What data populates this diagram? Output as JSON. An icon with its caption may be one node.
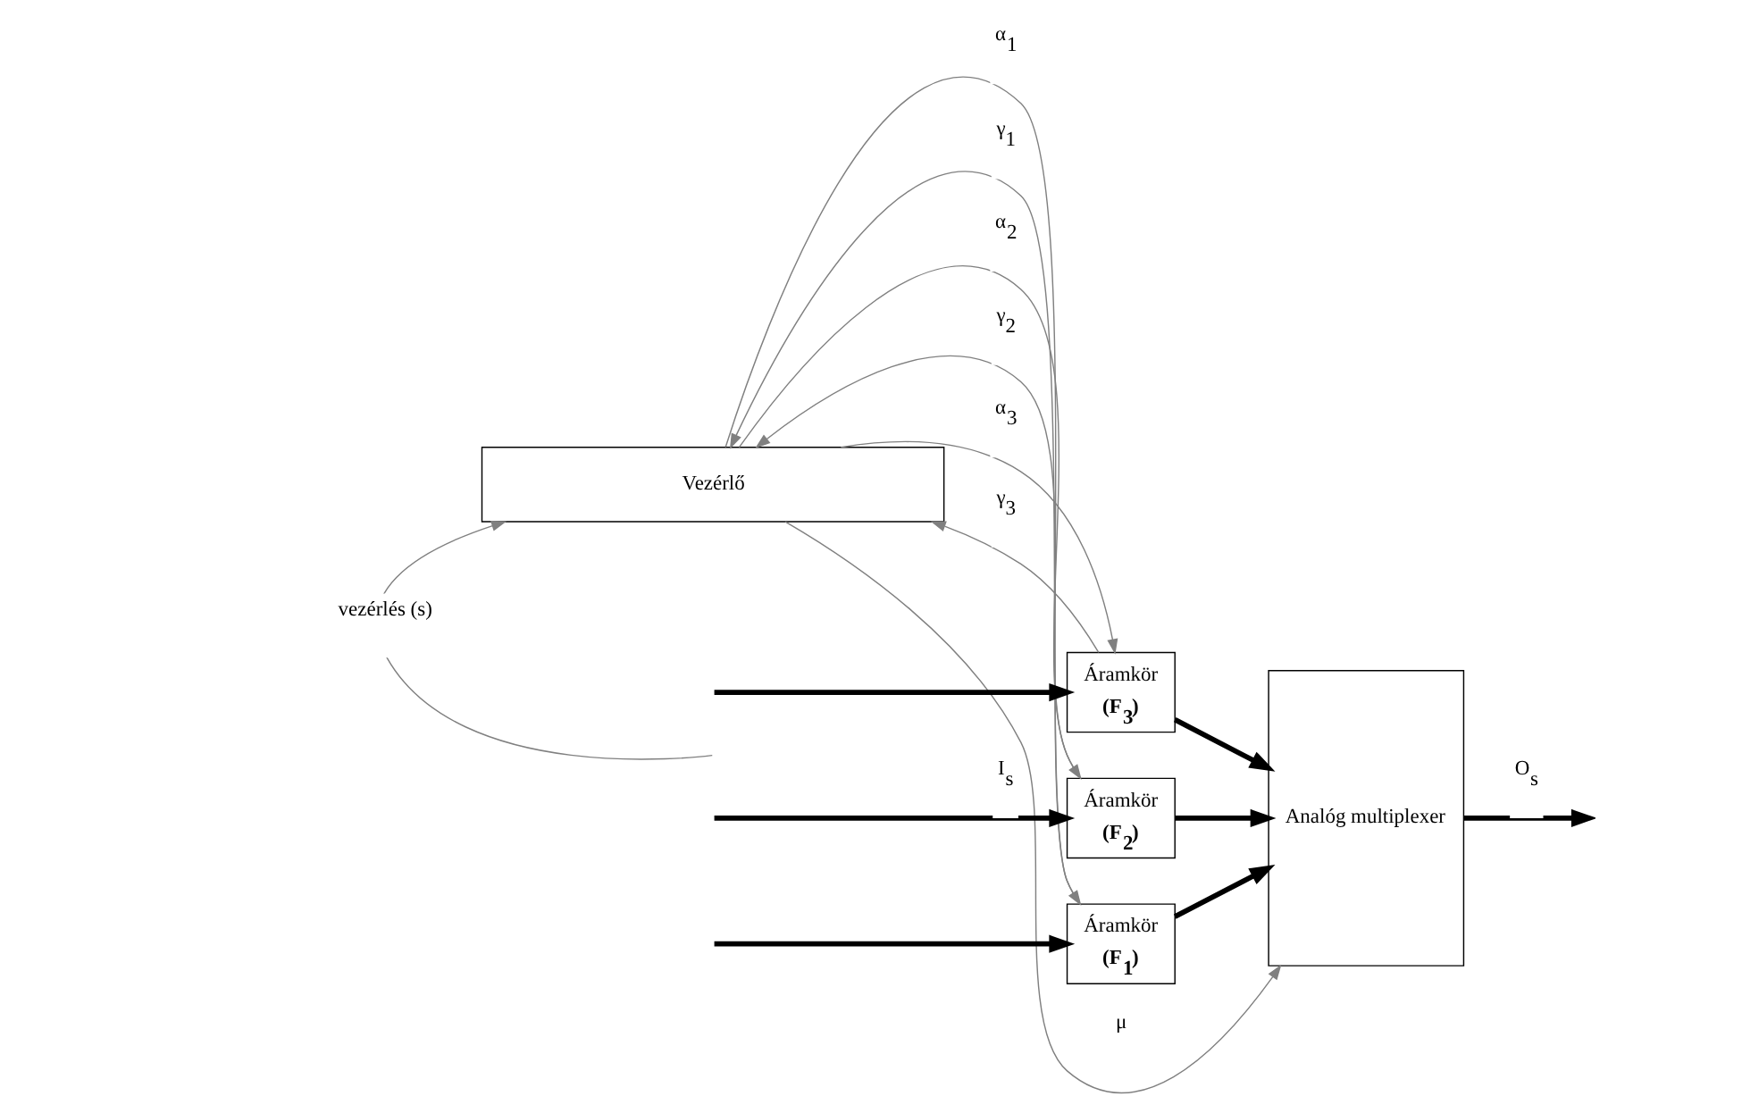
{
  "diagram": {
    "nodes": [
      {
        "text": [
          "Áramkör",
          "(F$_{1}$)"
        ]
      },
      {
        "text": [
          "Áramkör",
          "(F$_{2}$)"
        ]
      },
      {
        "text": [
          "Áramkör",
          "(F$_{3}$)"
        ]
      },
      {
        "text": [
          "Analóg multiplexer"
        ]
      },
      {
        "text": [
          "Vezérlő"
        ]
      }
    ],
    "edges": [
      {
        "from": null,
        "to": 0,
        "arrow": "to",
        "style": "thick",
        "color": "#000000"
      },
      {
        "from": null,
        "to": 1,
        "arrow": "to",
        "style": "thick",
        "color": "#000000",
        "label": "I$_{s}$"
      },
      {
        "from": null,
        "to": 2,
        "arrow": "to",
        "style": "thick",
        "color": "#000000"
      },
      {
        "from": 0,
        "to": 3,
        "arrow": "to",
        "style": "thick",
        "color": "#000000"
      },
      {
        "from": 1,
        "to": 3,
        "arrow": "to",
        "style": "thick",
        "color": "#000000"
      },
      {
        "from": 2,
        "to": 3,
        "arrow": "to",
        "style": "thick",
        "color": "#000000"
      },
      {
        "from": 3,
        "to": null,
        "arrow": "to",
        "style": "thick",
        "color": "#000000",
        "label": "O$_{s}$"
      },
      {
        "from": 0,
        "to": 4,
        "arrow": "to",
        "color": "#808080",
        "label": "γ$_{1}$"
      },
      {
        "from": 1,
        "to": 4,
        "arrow": "to",
        "color": "#808080",
        "label": "γ$_{2}$"
      },
      {
        "from": 2,
        "to": 4,
        "arrow": "to",
        "color": "#808080",
        "label": "γ$_{3}$"
      },
      {
        "from": 4,
        "to": 0,
        "arrow": "to",
        "color": "#808080",
        "label": "α$_{1}$"
      },
      {
        "from": 4,
        "to": 1,
        "arrow": "to",
        "color": "#808080",
        "label": "α$_{2}$"
      },
      {
        "from": 4,
        "to": 2,
        "arrow": "to",
        "color": "#808080",
        "label": "α$_{3}$"
      },
      {
        "from": 4,
        "to": 3,
        "arrow": "to",
        "color": "#808080",
        "label": "μ"
      },
      {
        "from": null,
        "to": 4,
        "arrow": "to",
        "color": "#808080",
        "label": "vezérlés (s)"
      }
    ]
  }
}
